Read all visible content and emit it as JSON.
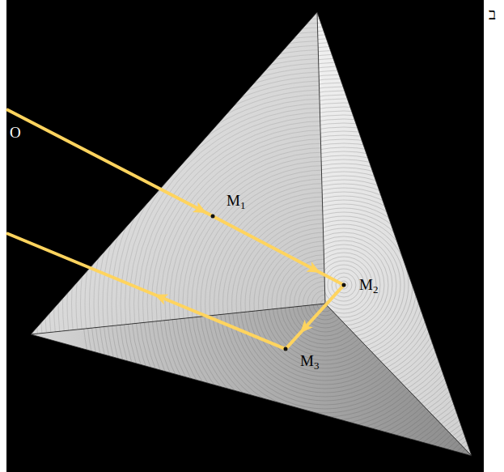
{
  "diagram": {
    "labels": [
      "ב",
      "O",
      "M1",
      "M2",
      "M3"
    ]
  }
}
